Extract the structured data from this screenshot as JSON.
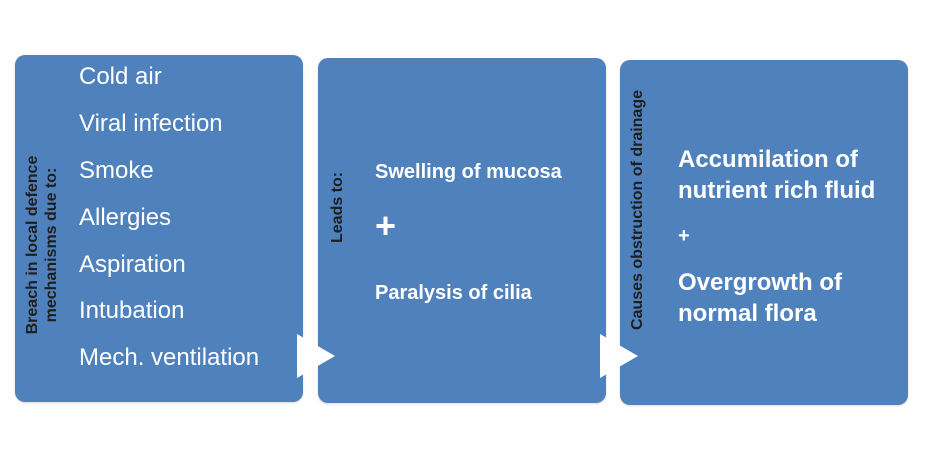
{
  "box1": {
    "side_label_line1": "Breach in local defence",
    "side_label_line2": "mechanisms due to:",
    "items": [
      "Cold air",
      "Viral infection",
      "Smoke",
      "Allergies",
      "Aspiration",
      "Intubation",
      "Mech. ventilation"
    ]
  },
  "box2": {
    "side_label": "Leads to:",
    "line1": "Swelling of mucosa",
    "plus": "+",
    "line2": "Paralysis of cilia"
  },
  "box3": {
    "side_label": "Causes obstruction of drainage",
    "line1a": "Accumilation of",
    "line1b": "nutrient rich fluid",
    "plus": "+",
    "line2a": "Overgrowth of",
    "line2b": "normal flora"
  },
  "colors": {
    "box_fill": "#4f81bd",
    "text": "#ffffff",
    "side_text": "#1e1e1e",
    "arrow": "#ffffff"
  }
}
